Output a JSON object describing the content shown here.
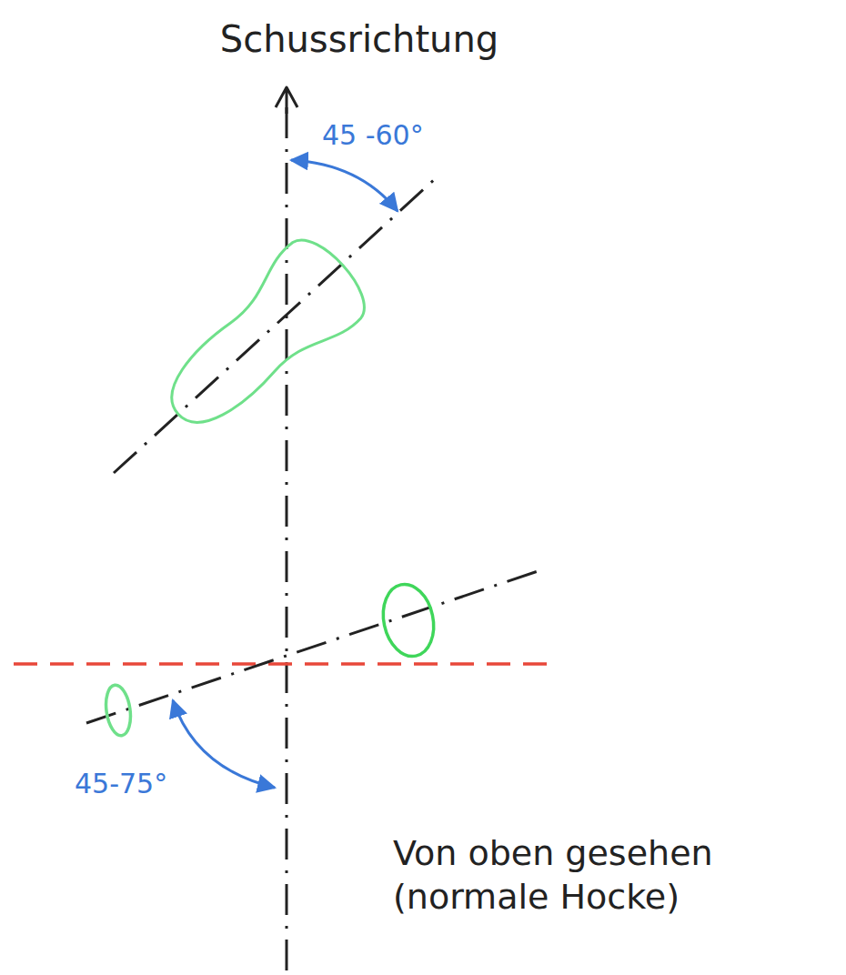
{
  "diagram": {
    "title": "Schussrichtung",
    "caption": "Von oben gesehen (normale Hocke)",
    "labels": [
      "45 -60°",
      "45-75°"
    ]
  }
}
